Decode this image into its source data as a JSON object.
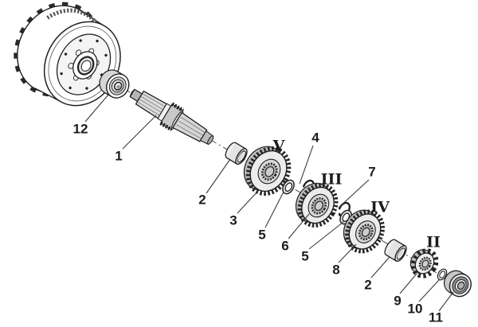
{
  "figure": {
    "type": "exploded-parts-diagram",
    "description_seen": "gearbox shaft exploded view line drawing",
    "colors": {
      "background": "#ffffff",
      "line": "#1f1f1f",
      "leader_line": "#3a3a3a",
      "metal_light": "#ececec",
      "metal_mid": "#cfcfcf",
      "metal_dark": "#a9a9a9"
    },
    "callouts": [
      {
        "text": "12",
        "kind": "number"
      },
      {
        "text": "1",
        "kind": "number"
      },
      {
        "text": "2",
        "kind": "number"
      },
      {
        "text": "3",
        "kind": "number"
      },
      {
        "text": "V",
        "kind": "roman"
      },
      {
        "text": "4",
        "kind": "number"
      },
      {
        "text": "5",
        "kind": "number"
      },
      {
        "text": "III",
        "kind": "roman"
      },
      {
        "text": "6",
        "kind": "number"
      },
      {
        "text": "5",
        "kind": "number"
      },
      {
        "text": "7",
        "kind": "number"
      },
      {
        "text": "IV",
        "kind": "roman"
      },
      {
        "text": "8",
        "kind": "number"
      },
      {
        "text": "2",
        "kind": "number"
      },
      {
        "text": "II",
        "kind": "roman"
      },
      {
        "text": "9",
        "kind": "number"
      },
      {
        "text": "10",
        "kind": "number"
      },
      {
        "text": "11",
        "kind": "number"
      }
    ]
  }
}
